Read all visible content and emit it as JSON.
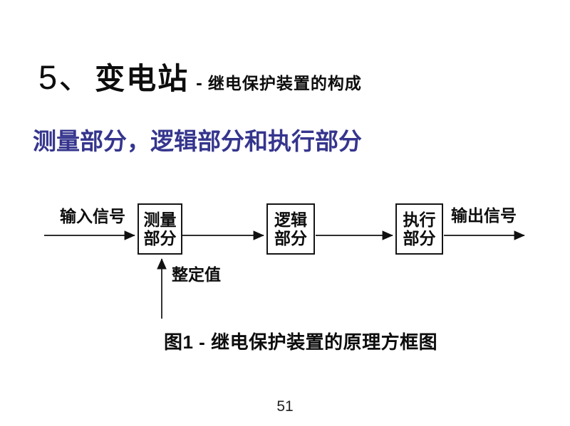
{
  "title": {
    "number": "5、",
    "main": "变电站",
    "dash": "-",
    "subtopic": "继电保护装置的构成"
  },
  "subtitle": "测量部分，逻辑部分和执行部分",
  "diagram": {
    "input_label": "输入信号",
    "output_label": "输出信号",
    "setting_label": "整定值",
    "boxes": [
      {
        "lines": [
          "测量",
          "部分"
        ]
      },
      {
        "lines": [
          "逻辑",
          "部分"
        ]
      },
      {
        "lines": [
          "执行",
          "部分"
        ]
      }
    ],
    "caption": "图1 - 继电保护装置的原理方框图"
  },
  "page_number": "51",
  "colors": {
    "subtitle": "#35358e",
    "ink": "#111111",
    "background": "#ffffff"
  }
}
